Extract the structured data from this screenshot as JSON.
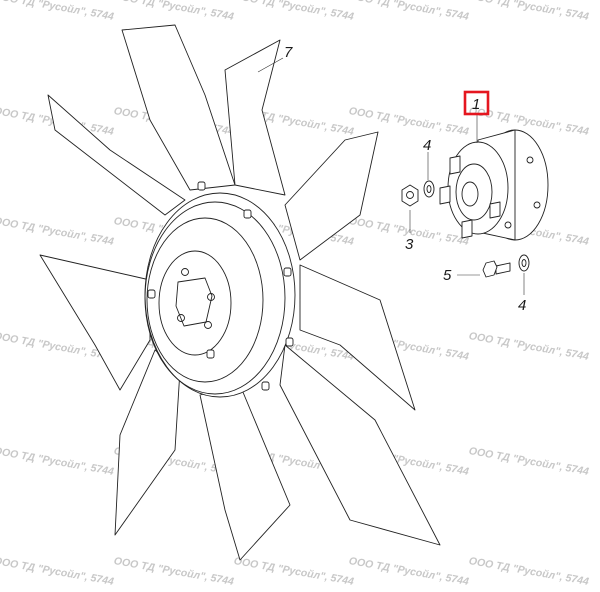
{
  "watermark_text": "ООО ТД \"Русойл\", 5744",
  "callouts": {
    "c1": "1",
    "c3": "3",
    "c4a": "4",
    "c4b": "4",
    "c5": "5",
    "c7": "7"
  },
  "highlight_color": "#e5161f"
}
